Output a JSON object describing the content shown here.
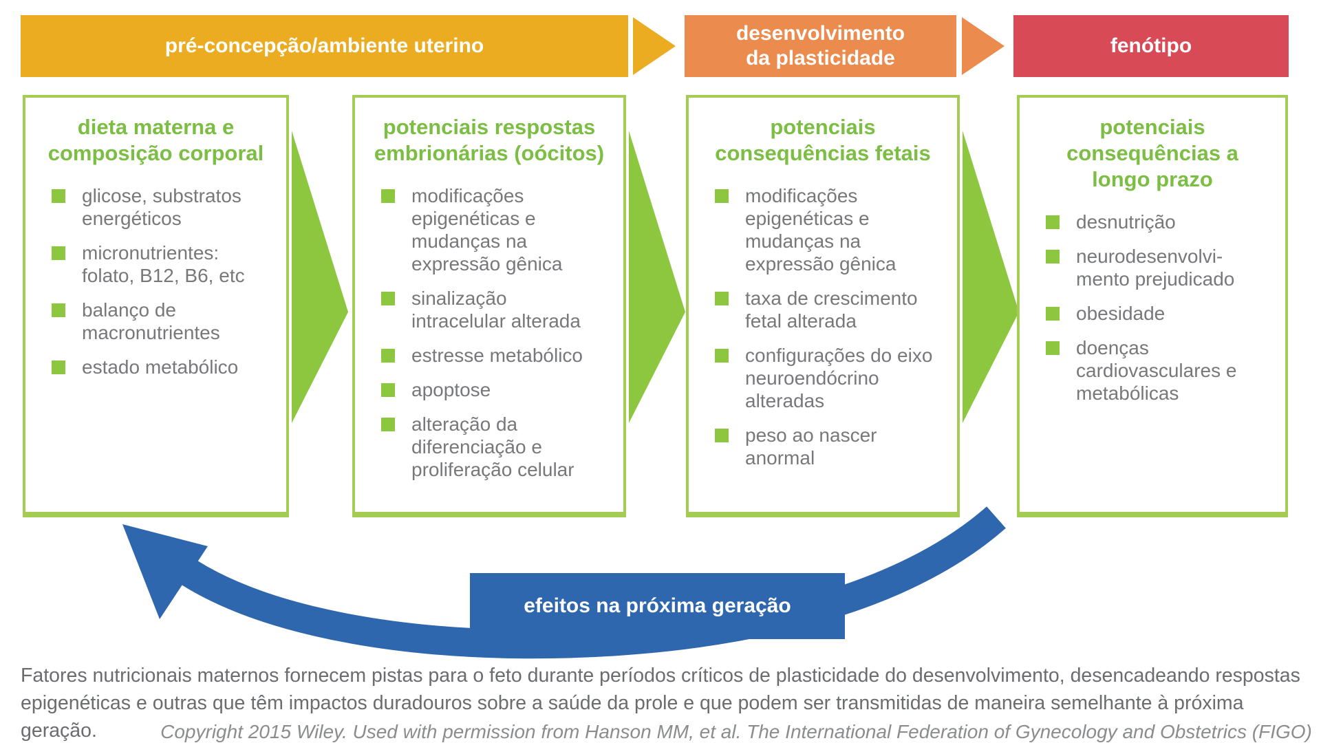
{
  "palette": {
    "header_yellow": "#EBAC21",
    "header_orange": "#EB8B4D",
    "header_red": "#D84B56",
    "green_title": "#7CBE43",
    "green_bullet": "#8DC63F",
    "green_border": "#A5CC52",
    "body_gray": "#77787B",
    "feedback_blue": "#2F67AF"
  },
  "headers": [
    {
      "label": "pré-concepção/ambiente uterino"
    },
    {
      "label": "desenvolvimento\nda plasticidade"
    },
    {
      "label": "fenótipo"
    }
  ],
  "columns": [
    {
      "title": "dieta materna e composição corporal",
      "bullets": [
        "glicose, substratos energéticos",
        "micronutrientes: folato, B12, B6, etc",
        "balanço de macronutrientes",
        "estado metabólico"
      ]
    },
    {
      "title": "potenciais respostas embrionárias (oócitos)",
      "bullets": [
        "modificações epigenéticas e mudanças na expressão gênica",
        "sinalização intracelular alterada",
        "estresse metabólico",
        "apoptose",
        "alteração da diferenciação e proliferação celular"
      ]
    },
    {
      "title": "potenciais consequências fetais",
      "bullets": [
        "modificações epigenéticas e mudanças na expressão gênica",
        "taxa de crescimento fetal alterada",
        "configurações do eixo neuroendócrino alteradas",
        "peso ao nascer anormal"
      ]
    },
    {
      "title": "potenciais consequências a longo prazo",
      "bullets": [
        "desnutrição",
        "neurodesenvolvi-mento prejudicado",
        "obesidade",
        "doenças cardiovasculares e metabólicas"
      ]
    }
  ],
  "feedback": {
    "label": "efeitos na próxima geração"
  },
  "caption": {
    "line1": "Fatores nutricionais maternos fornecem pistas para o feto durante períodos críticos de plasticidade do desenvolvimento, desencadeando respostas",
    "line2": "epigenéticas e outras que têm impactos duradouros sobre a saúde da prole e que podem ser transmitidas de maneira semelhante à próxima geração."
  },
  "copyright": {
    "text": "Copyright 2015 Wiley. Used with permission from Hanson MM, et al.  The International Federation of Gynecology and Obstetrics (FIGO)"
  }
}
